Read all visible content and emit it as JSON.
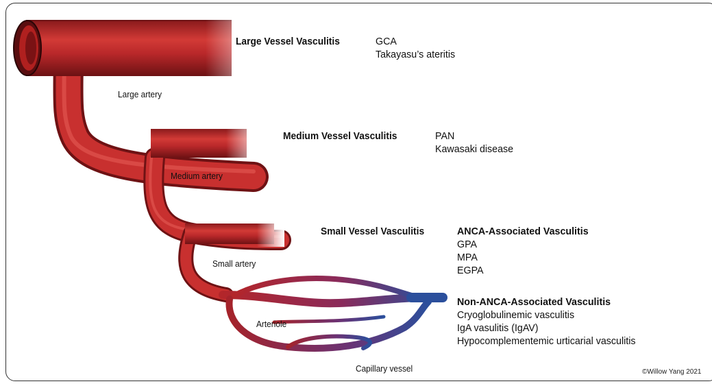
{
  "categories": [
    {
      "name": "Large Vessel Vasculitis",
      "items": [
        "GCA",
        "Takayasu’s ateritis"
      ]
    },
    {
      "name": "Medium Vessel Vasculitis",
      "items": [
        "PAN",
        "Kawasaki disease"
      ]
    },
    {
      "name": "Small Vessel Vasculitis",
      "groups": [
        {
          "title": "ANCA-Associated Vasculitis",
          "items": [
            "GPA",
            "MPA",
            "EGPA"
          ]
        },
        {
          "title": "Non-ANCA-Associated Vasculitis",
          "items": [
            "Cryoglobulinemic vasculitis",
            "IgA vasulitis (IgAV)",
            "Hypocomplementemic urticarial vasculitis"
          ]
        }
      ]
    }
  ],
  "vessel_labels": {
    "large_artery": "Large artery",
    "medium_artery": "Medium artery",
    "small_artery": "Small artery",
    "arteriole": "Arteriole",
    "capillary": "Capillary vessel"
  },
  "credit": "©Willow Yang 2021",
  "colors": {
    "artery": "#c0282a",
    "artery_dark": "#7a1416",
    "vein": "#2a4e9a",
    "frame": "#333333"
  }
}
